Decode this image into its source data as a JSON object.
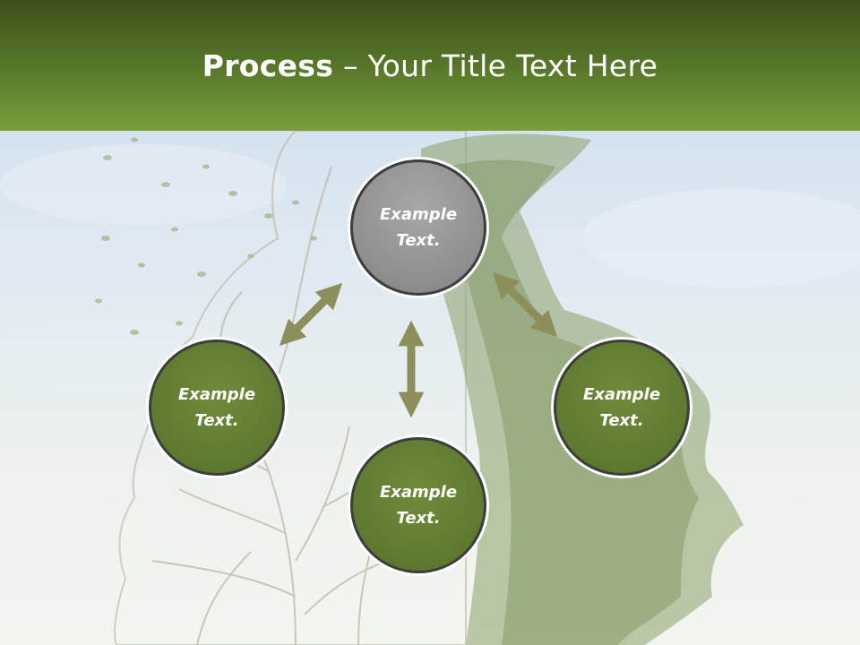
{
  "title": {
    "bold": "Process",
    "rest": " – Your Title Text Here"
  },
  "nodes": {
    "top": {
      "text": "Example Text."
    },
    "left": {
      "text": "Example Text."
    },
    "right": {
      "text": "Example Text."
    },
    "bottom": {
      "text": "Example Text."
    }
  },
  "colors": {
    "header_dark": "#3c4f1c",
    "header_light": "#7b9d3b",
    "node_green": "#5e7a30",
    "node_gray": "#8e8e8e",
    "arrow": "#8c8f5a"
  },
  "background_image": "tree-head-silhouettes"
}
